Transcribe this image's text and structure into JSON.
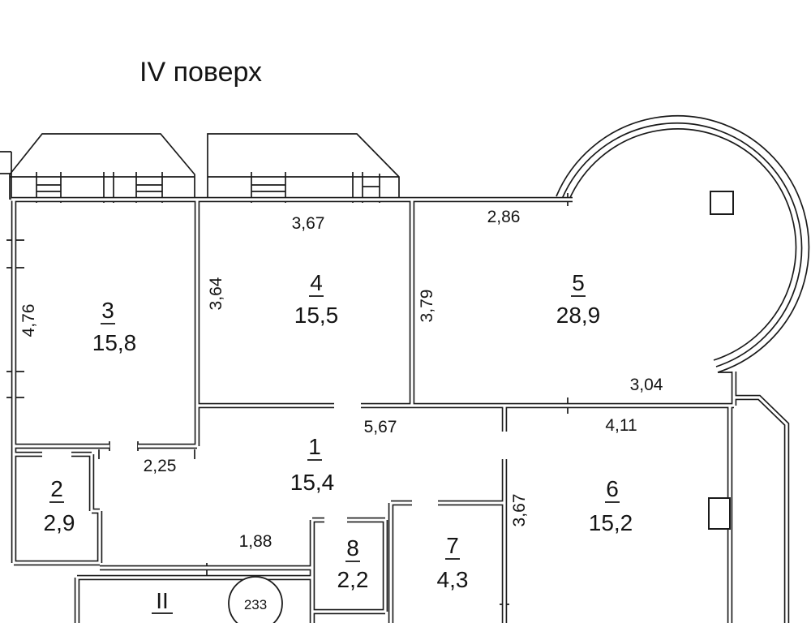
{
  "page": {
    "title": "IV поверх"
  },
  "rooms": [
    {
      "number": "1",
      "area": "15,4"
    },
    {
      "number": "2",
      "area": "2,9"
    },
    {
      "number": "3",
      "area": "15,8"
    },
    {
      "number": "4",
      "area": "15,5"
    },
    {
      "number": "5",
      "area": "28,9"
    },
    {
      "number": "6",
      "area": "15,2"
    },
    {
      "number": "7",
      "area": "4,3"
    },
    {
      "number": "8",
      "area": "2,2"
    }
  ],
  "dimensions": {
    "room3_left_height": "4,76",
    "room4_top_width": "3,67",
    "room4_left_height": "3,64",
    "room5_top_width": "2,86",
    "room5_left_height": "3,79",
    "room5_bottom_width": "3,04",
    "room1_top_width": "5,67",
    "room1_left_width": "2,25",
    "room1_bottom_width": "1,88",
    "room6_top_width": "4,11",
    "room6_left_height": "3,67"
  },
  "labels": {
    "stairwell": "II",
    "unit_number": "233"
  }
}
